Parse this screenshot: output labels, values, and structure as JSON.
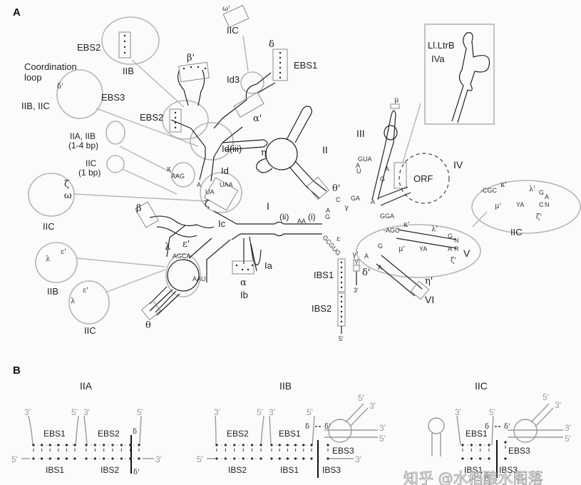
{
  "panel_a": {
    "letter": "A",
    "domains": {
      "I": "I",
      "Ia": "Ia",
      "Ib": "Ib",
      "Ic": "Ic",
      "Id": "Id",
      "Id3": "Id3",
      "Id_iii": "Id(iii)",
      "II": "II",
      "III": "III",
      "IV": "IV",
      "V": "V",
      "VI": "VI",
      "i": "(i)",
      "ii": "(ii)"
    },
    "orf_label": "ORF",
    "inset_iva": {
      "title": "Ll.LtrB",
      "subtitle": "IVa"
    },
    "motifs": {
      "EBS1": "EBS1",
      "EBS2_top": "EBS2",
      "EBS2_main": "EBS2",
      "EBS3": "EBS3",
      "IBS1": "IBS1",
      "IBS2": "IBS2"
    },
    "coordination_loop": "Coordination\nloop",
    "coord_line1": "Coordination",
    "coord_line2": "loop",
    "callouts": {
      "iib_top": "IIB",
      "iib_iic": "IIB, IIC",
      "iia_iib": "IIA, IIB",
      "iia_iib_bp": "(1-4 bp)",
      "iic_1bp": "IIC",
      "iic_1bp_bp": "(1 bp)",
      "iic_zeta": "IIC",
      "iib_lambda": "IIB",
      "iic_lambda": "IIC",
      "iic_omega": "IIC",
      "iic_v": "IIC"
    },
    "greek": {
      "alpha": "α",
      "alpha_p": "α'",
      "beta": "β",
      "beta_p": "β'",
      "gamma": "γ",
      "gamma_p": "γ'",
      "delta": "δ",
      "delta_p": "δ'",
      "epsilon": "ε",
      "epsilon_p": "ε'",
      "zeta": "ζ",
      "zeta_p": "ζ'",
      "eta": "η",
      "eta_p": "η'",
      "theta": "θ",
      "theta_p": "θ'",
      "kappa": "κ",
      "kappa_p": "κ'",
      "lambda": "λ",
      "lambda_p": "λ'",
      "mu": "μ",
      "mu_p": "μ'",
      "omega": "ω",
      "omega_p": "ω'"
    },
    "ends": {
      "three": "3'",
      "five": "5'"
    },
    "nucleotides": {
      "j23_left": "GUA",
      "j23_left2": "A",
      "j23_left3": "U",
      "j23_right": "A",
      "j23_right2": "G",
      "gamma_seq": "GA",
      "c": "C",
      "ag": "A",
      "g": "G",
      "aa": "AA",
      "v_left": "-AGC",
      "v_ya": "YA",
      "v_g": "G",
      "v_n": "N",
      "v_a": "A",
      "v_r": "R",
      "iic_cgc": "-CGC",
      "iic_ya": "YA",
      "iic_ga": "G",
      "iic_a": "A",
      "iic_c": "C",
      "iic_n": "N",
      "ggg": "GGA",
      "vi_a1": "A",
      "vi_a2": "A",
      "vi_g": "G",
      "eps_seq": "GCGUG",
      "lambda_loop": "AGCA",
      "lambda_u": "U",
      "lambda_a": "A",
      "lambda_aau": "AAU",
      "kappa_seq": "AAG",
      "ic_ua": "UA",
      "ic_uaa": "UAA",
      "ic_a": "A",
      "gamma_p_y": "Y"
    }
  },
  "panel_b": {
    "letter": "B",
    "iia": {
      "title": "IIA",
      "top_labels": [
        "EBS1",
        "EBS2"
      ],
      "bottom_labels": [
        "IBS1",
        "IBS2"
      ],
      "ends_top": [
        "3'",
        "5'",
        "3'",
        "5'"
      ],
      "ends_bottom": [
        "5'",
        "3'"
      ],
      "delta": "δ",
      "delta_p": "δ'"
    },
    "iib": {
      "title": "IIB",
      "top_labels": [
        "EBS2",
        "EBS1"
      ],
      "bottom_labels": [
        "IBS2",
        "IBS1",
        "IBS3"
      ],
      "ebs3": "EBS3",
      "ends_top": [
        "3'",
        "5'",
        "3'",
        "5'"
      ],
      "ends_bottom": [
        "5'",
        "3'"
      ],
      "stem_ends": [
        "5'",
        "3'",
        "3'",
        "5'"
      ],
      "delta": "δ",
      "delta_p": "δ'"
    },
    "iic": {
      "title": "IIC",
      "top_labels": [
        "EBS1"
      ],
      "bottom_labels": [
        "IBS1",
        "IBS3"
      ],
      "ebs3": "EBS3",
      "ends_top": [
        "3'",
        "5'"
      ],
      "stem_ends": [
        "5'",
        "3'",
        "3'",
        "5'"
      ],
      "delta": "δ",
      "delta_p": "δ'"
    }
  },
  "watermark": "知乎 @水稻酿水阁落"
}
